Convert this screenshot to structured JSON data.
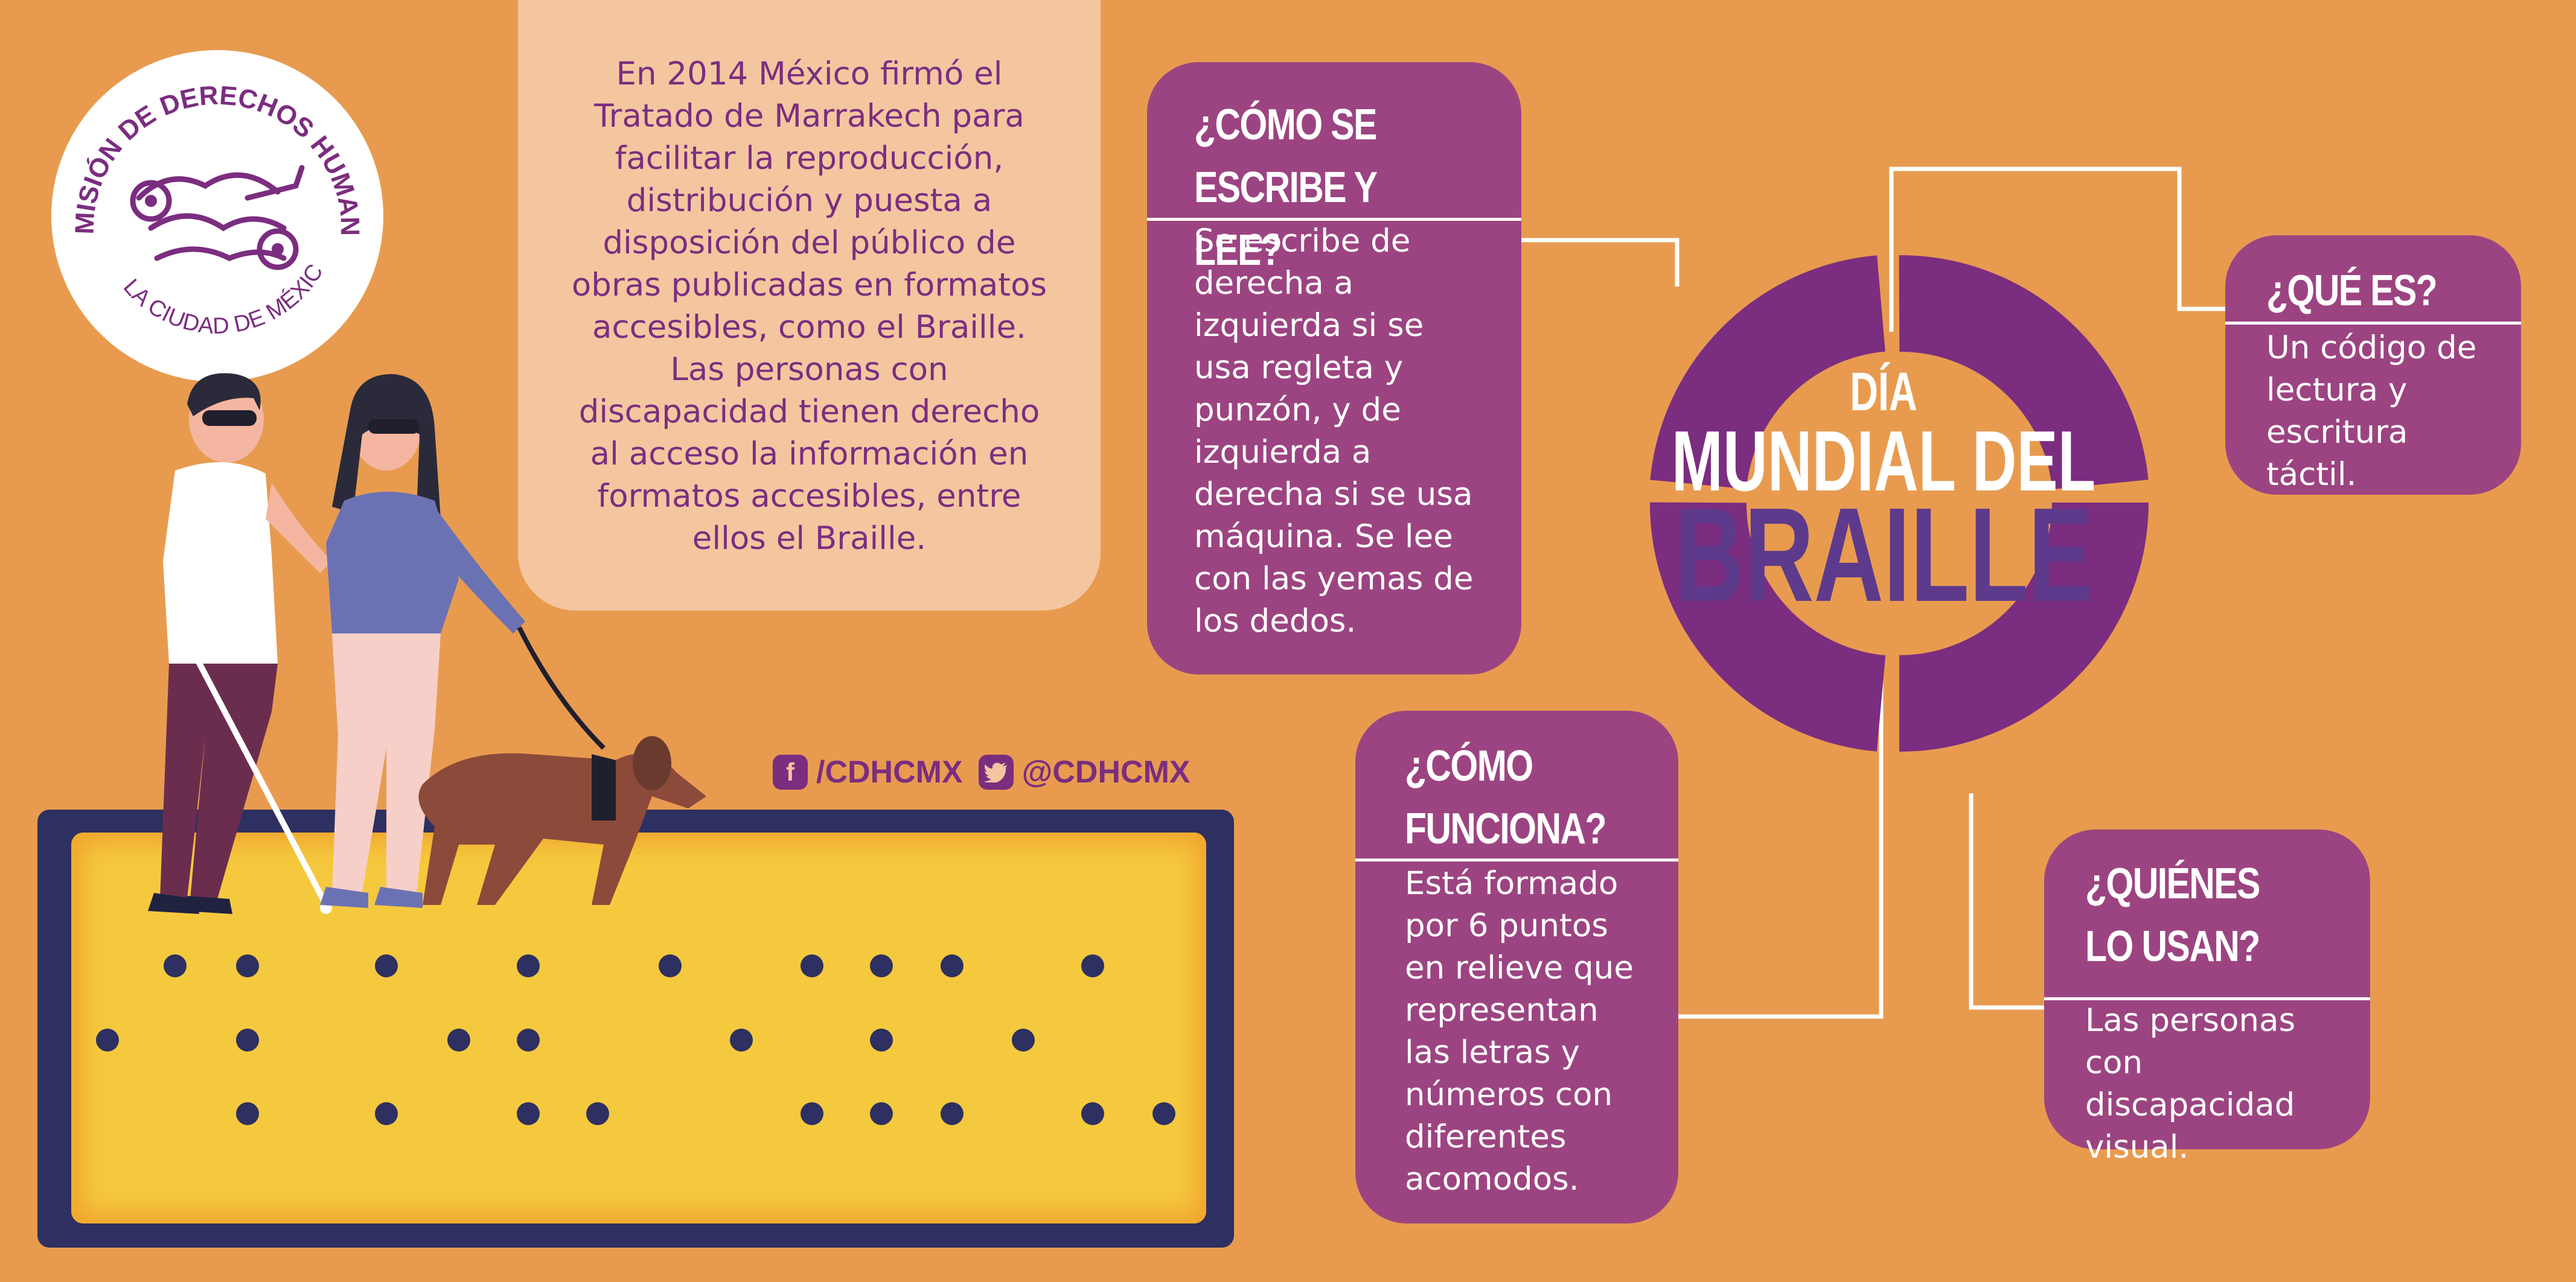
{
  "logo": {
    "arc_top": "COMISIÓN DE DERECHOS HUMANOS",
    "arc_bottom": "DE LA CIUDAD DE MÉXICO"
  },
  "intro": {
    "text": "En 2014 México firmó el\nTratado de Marrakech para\nfacilitar la reproducción,\ndistribución y puesta a\ndisposición del público de\nobras publicadas en formatos\naccesibles, como el Braille.\nLas personas con\ndiscapacidad tienen derecho\nal acceso la información en\nformatos accesibles, entre\nellos el Braille."
  },
  "social": {
    "facebook_icon": "facebook-icon",
    "facebook": "/CDHCMX",
    "twitter_icon": "twitter-icon",
    "twitter": "@CDHCMX"
  },
  "title": {
    "line1": "DÍA",
    "line2": "MUNDIAL DEL",
    "line3": "BRAILLE"
  },
  "cards": {
    "como_se_escribe": {
      "heading": "¿CÓMO SE\nESCRIBE Y LEE?",
      "body": "Se escribe de\nderecha a\nizquierda si se\nusa regleta y\npunzón, y de\nizquierda a\nderecha si se usa\nmáquina. Se lee\ncon las yemas de\nlos dedos."
    },
    "que_es": {
      "heading": "¿QUÉ ES?",
      "body": "Un código de\nlectura y\nescritura táctil."
    },
    "como_funciona": {
      "heading": "¿CÓMO\nFUNCIONA?",
      "body": "Está formado\npor 6 puntos\nen relieve que\nrepresentan\nlas letras y\nnúmeros con\ndiferentes\nacomodos."
    },
    "quienes_lo_usan": {
      "heading": "¿QUIÉNES\nLO USAN?",
      "body": " Las personas\ncon discapacidad\nvisual."
    }
  },
  "colors": {
    "background": "#E89B4F",
    "purple": "#7B2D7F",
    "card": "#9C4481",
    "board": "#2D3060",
    "board_fill": "#F5C93E",
    "title_braille": "#5E3A8C"
  }
}
